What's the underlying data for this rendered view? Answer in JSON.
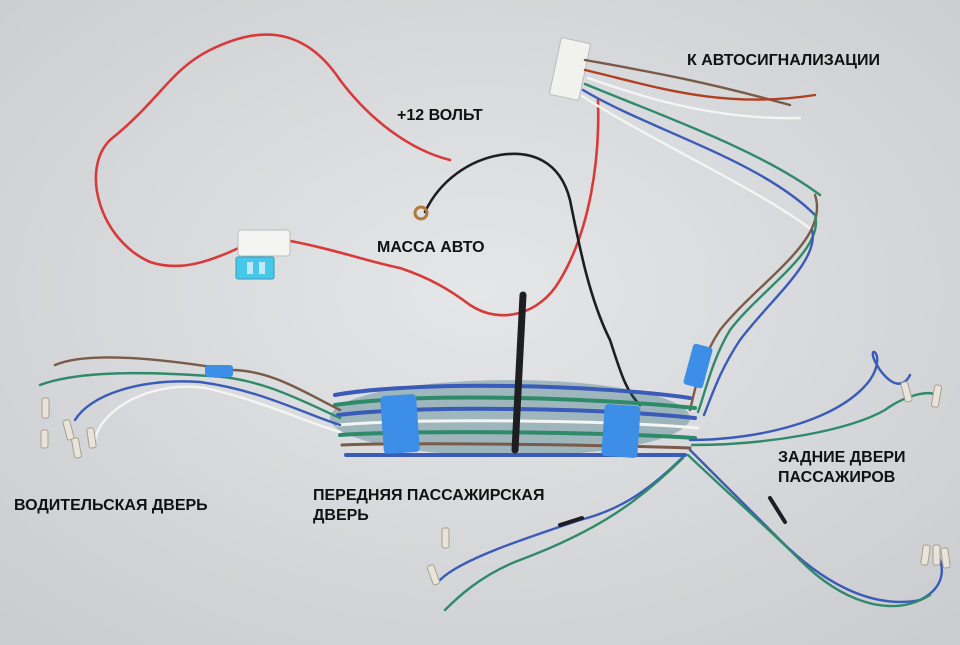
{
  "labels": {
    "plus12": "+12 ВОЛЬТ",
    "alarm": "К АВТОСИГНАЛИЗАЦИИ",
    "ground": "МАССА АВТО",
    "driver_door": "ВОДИТЕЛЬСКАЯ ДВЕРЬ",
    "front_passenger_line1": "ПЕРЕДНЯЯ ПАССАЖИРСКАЯ",
    "front_passenger_line2": "ДВЕРЬ",
    "rear_doors_line1": "ЗАДНИЕ ДВЕРИ",
    "rear_doors_line2": "ПАССАЖИРОВ"
  },
  "colors": {
    "background": "#d6d8da",
    "wire_red": "#d83a3a",
    "wire_blue": "#3a5bb8",
    "wire_green": "#2f8a6a",
    "wire_brown": "#7a5a48",
    "wire_white": "#f4f4f2",
    "wire_black": "#1e1e22",
    "tape_blue": "#3d8ee6",
    "fuse_blue": "#48c8e8"
  }
}
